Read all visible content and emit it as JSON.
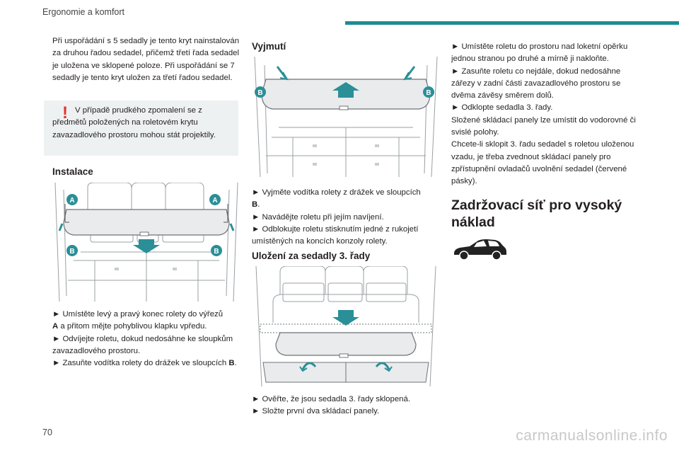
{
  "header": {
    "title": "Ergonomie a komfort"
  },
  "page_number": "70",
  "watermark": "carmanualsonline.info",
  "col1": {
    "intro": "Při uspořádání s 5 sedadly je tento kryt nainstalován za druhou řadou sedadel, přičemž třetí řada sedadel je uložena ve sklopené poloze. Při uspořádání se 7 sedadly je tento kryt uložen za třetí řadou sedadel.",
    "warning": "V případě prudkého zpomalení se z předmětů položených na roletovém krytu zavazadlového prostoru mohou stát projektily.",
    "warning_icon": "!",
    "install_heading": "Instalace",
    "install_steps": [
      "► Umístěte levý a pravý konec rolety do výřezů",
      "A",
      " a přitom mějte pohyblivou klapku vpředu.",
      "► Odvíjejte roletu, dokud nedosáhne ke sloupkům zavazadlového prostoru.",
      "► Zasuňte vodítka rolety do drážek ve sloupcích ",
      "B",
      "."
    ]
  },
  "col2": {
    "removal_heading": "Vyjmutí",
    "removal_steps": [
      "► Vyjměte vodítka rolety z drážek ve sloupcích",
      "B",
      ".",
      "► Navádějte roletu při jejím navíjení.",
      "► Odblokujte roletu stisknutím jedné z rukojetí umístěných na koncích konzoly rolety."
    ],
    "storage_heading": "Uložení za sedadly 3. řady",
    "storage_steps": [
      "► Ověřte, že jsou sedadla 3. řady sklopená.",
      "► Složte první dva skládací panely."
    ]
  },
  "col3": {
    "steps": [
      "► Umístěte roletu do prostoru nad loketní opěrku jednou stranou po druhé a mírně ji nakloňte.",
      "► Zasuňte roletu co nejdále, dokud nedosáhne zářezy v zadní části zavazadlového prostoru se dvěma závěsy směrem dolů.",
      "► Odklopte sedadla 3. řady.",
      "Složené skládací panely lze umístit do vodorovné či svislé polohy.",
      "Chcete-li sklopit 3. řadu sedadel s roletou uloženou vzadu, je třeba zvednout skládací panely pro zpřístupnění ovladačů uvolnění sedadel (červené pásky)."
    ],
    "net_heading": "Zadržovací síť pro vysoký náklad"
  },
  "figure_labels": {
    "A": "A",
    "B": "B"
  },
  "colors": {
    "accent": "#1d8c95",
    "warning": "#e2342d",
    "label_bg": "#2a8f97"
  },
  "icons": [
    "warning-exclamation-icon",
    "car-silhouette-icon"
  ]
}
